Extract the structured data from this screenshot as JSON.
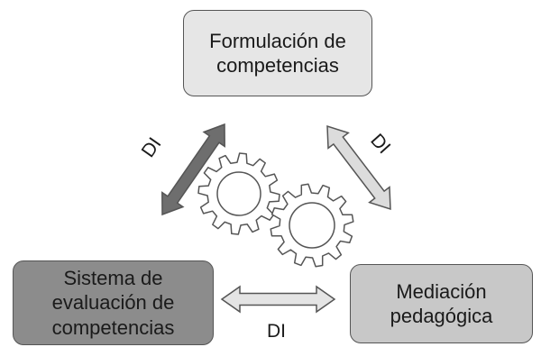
{
  "boxes": {
    "top": {
      "line1": "Formulación de",
      "line2": "competencias",
      "fill": "#e6e6e6"
    },
    "left": {
      "line1": "Sistema de",
      "line2": "evaluación de",
      "line3": "competencias",
      "fill": "#8c8c8c"
    },
    "right": {
      "line1": "Mediación",
      "line2": "pedagógica",
      "fill": "#c8c8c8"
    }
  },
  "arrow_labels": {
    "left": "DI",
    "right": "DI",
    "bottom": "DI"
  },
  "arrow_fills": {
    "left": "#6e6e6e",
    "right": "#dcdcdc",
    "bottom": "#e4e4e4"
  },
  "gear_fill": "#ffffff",
  "stroke_color": "#555555"
}
